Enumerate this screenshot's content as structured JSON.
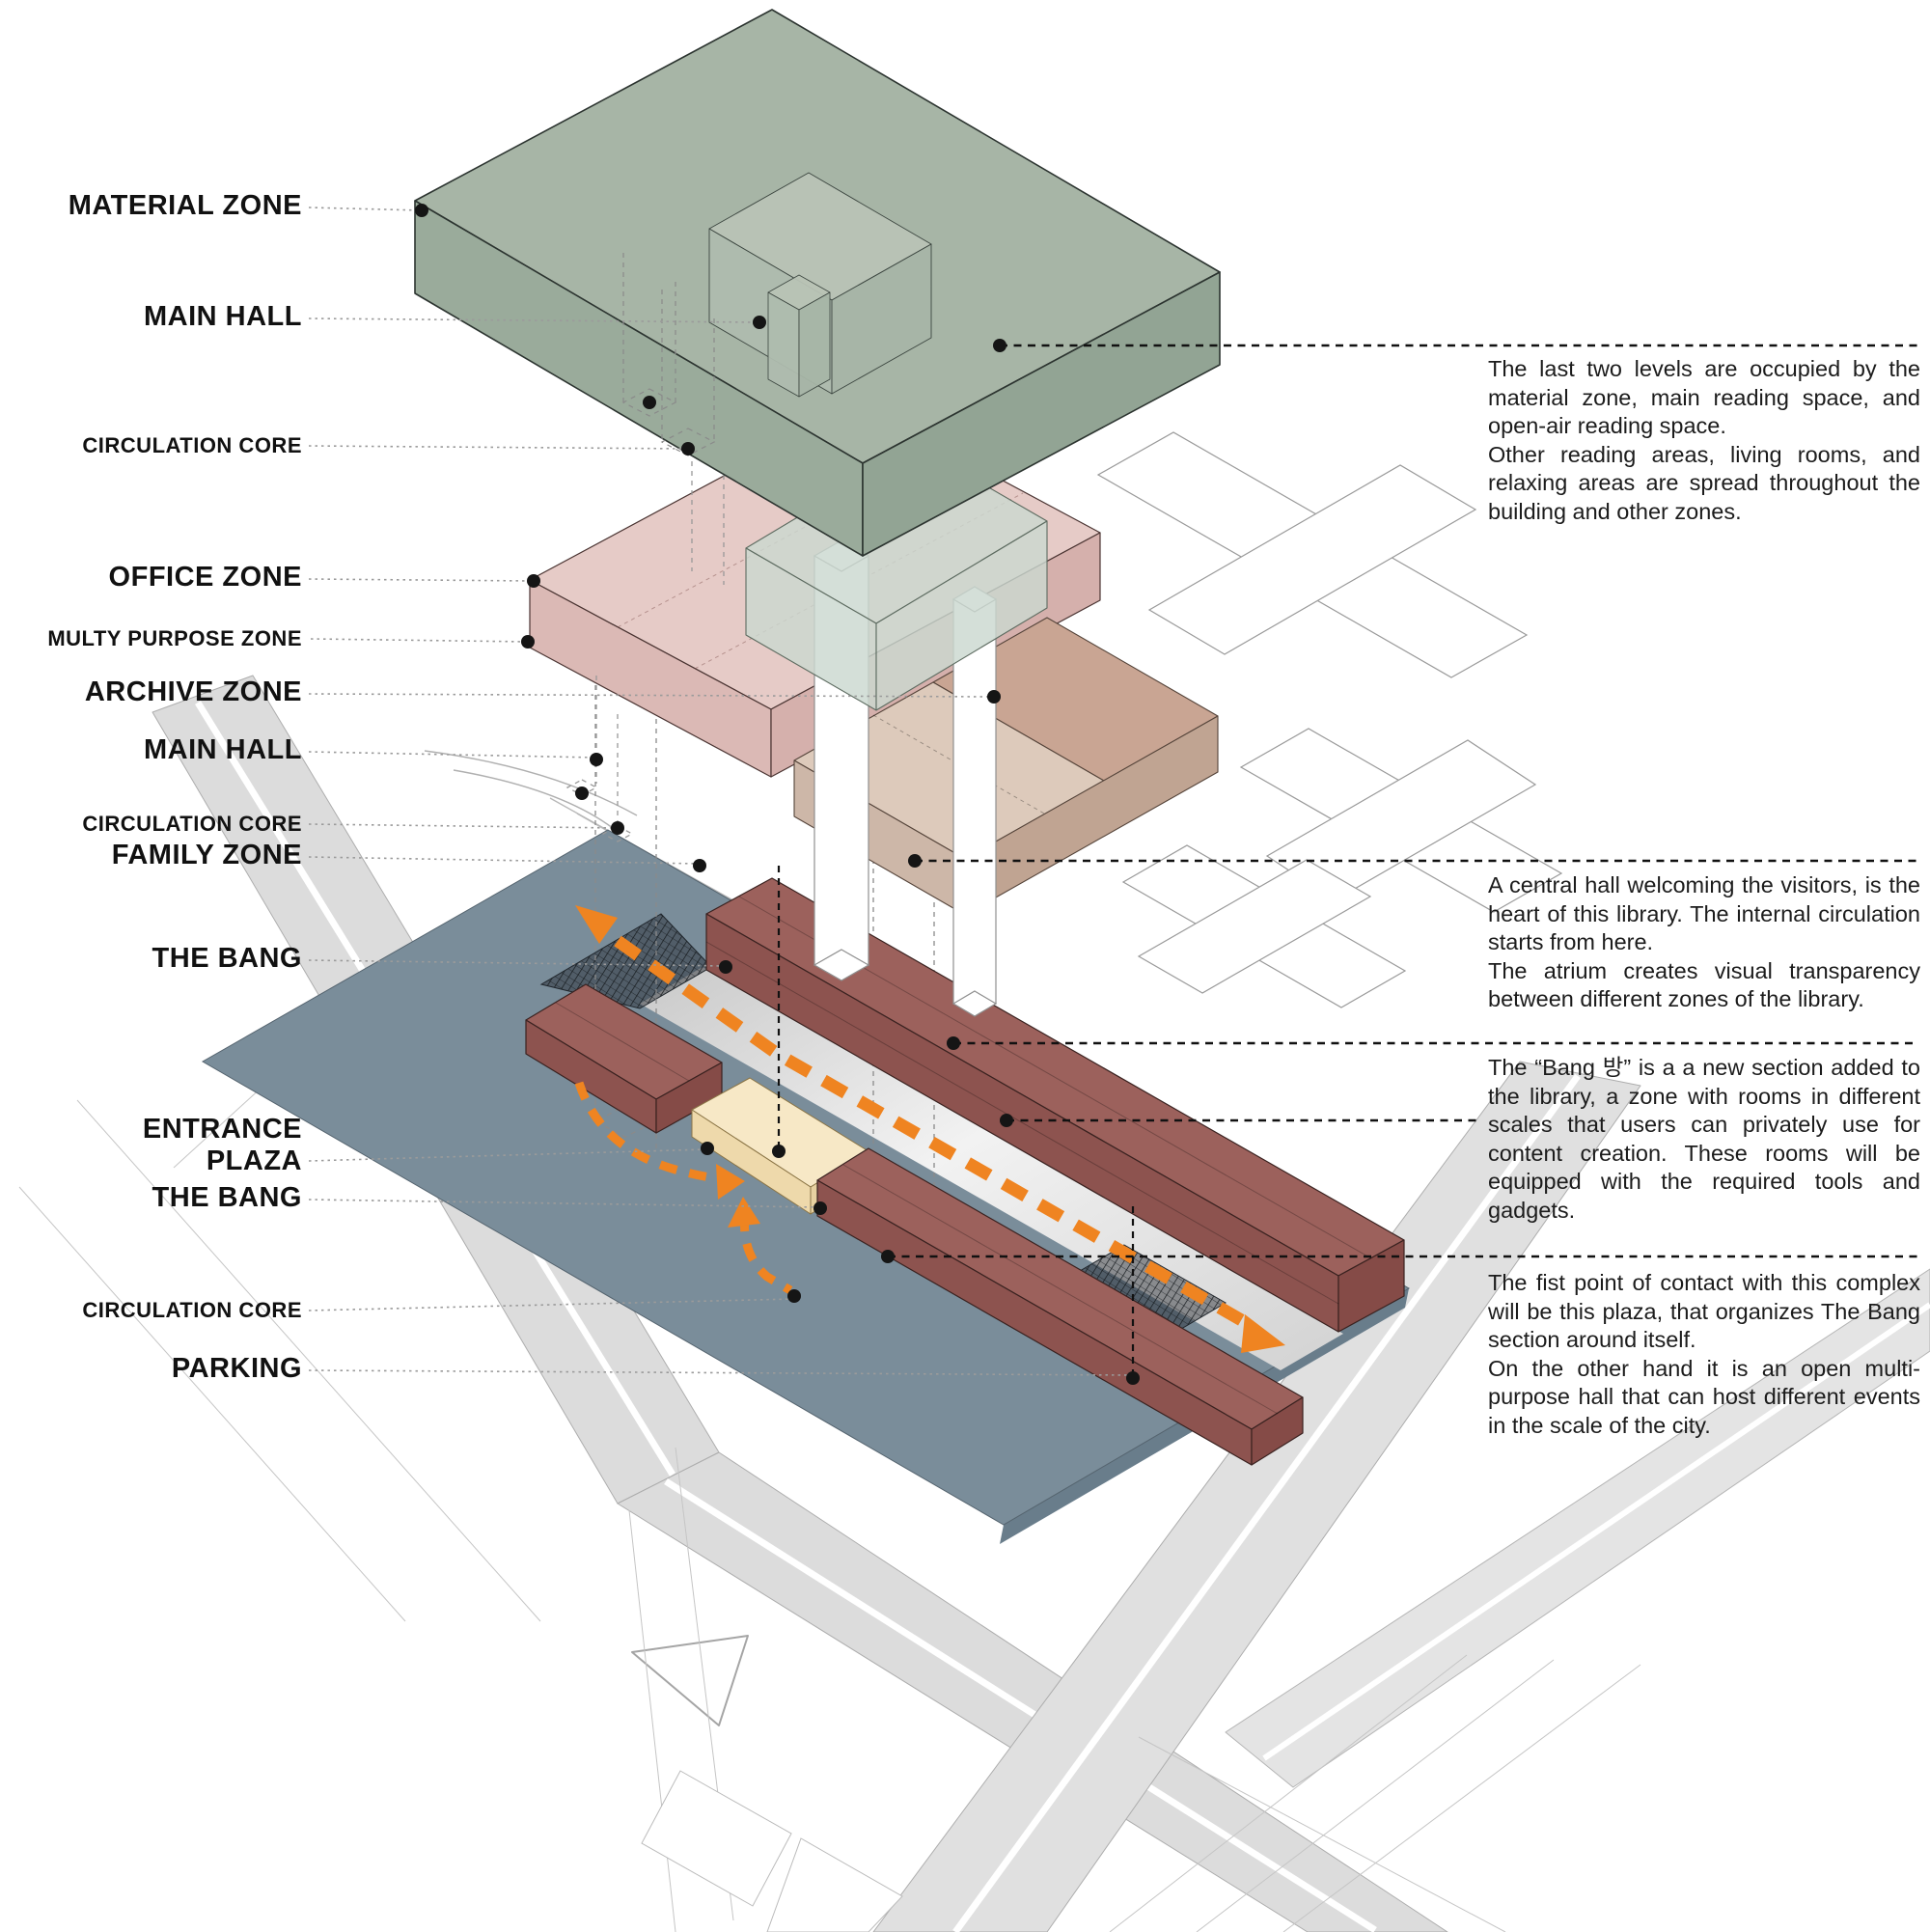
{
  "title": "Library exploded axonometric program diagram",
  "labels": [
    {
      "id": "material-zone",
      "text": "MATERIAL ZONE"
    },
    {
      "id": "main-hall-upper",
      "text": "MAIN HALL"
    },
    {
      "id": "circulation-core-1",
      "text": "CIRCULATION CORE"
    },
    {
      "id": "office-zone",
      "text": "OFFICE ZONE"
    },
    {
      "id": "multy-purpose-zone",
      "text": "MULTY PURPOSE  ZONE"
    },
    {
      "id": "archive-zone",
      "text": "ARCHIVE ZONE"
    },
    {
      "id": "main-hall-mid",
      "text": "MAIN HALL"
    },
    {
      "id": "circulation-core-2",
      "text": "CIRCULATION CORE"
    },
    {
      "id": "family-zone",
      "text": "FAMILY ZONE"
    },
    {
      "id": "the-bang-1",
      "text": "THE BANG"
    },
    {
      "id": "entrance-plaza",
      "text": "ENTRANCE\nPLAZA"
    },
    {
      "id": "the-bang-2",
      "text": "THE BANG"
    },
    {
      "id": "circulation-core-3",
      "text": "CIRCULATION CORE"
    },
    {
      "id": "parking",
      "text": "PARKING"
    }
  ],
  "paragraphs": [
    {
      "id": "levels-note",
      "text": "The last two levels are occupied by the material zone, main reading space, and open-air reading space.\nOther reading areas,  living rooms, and relaxing areas are spread throughout the building and other zones."
    },
    {
      "id": "central-hall-note",
      "text": "A central hall welcoming the visitors, is the heart of this library. The internal circulation starts from here.\nThe atrium creates visual transparency between different zones of the library."
    },
    {
      "id": "bang-note",
      "text": "The “Bang 방” is a a new section added to the library, a zone with rooms in different scales that users can privately use for content creation. These rooms will be equipped with the required tools and gadgets."
    },
    {
      "id": "plaza-note",
      "text": "The fist point of contact with this complex will be this plaza, that organizes The Bang section around itself.\nOn the other hand it is an open multi-purpose hall that can host different events in the scale of the city."
    }
  ],
  "palette": {
    "green_top": "#a7b5a6",
    "green_left": "#9aab9b",
    "green_right": "#92a494",
    "lightbox_top": "#b8c3b5",
    "lightbox_left": "#aebcae",
    "lightbox_right": "#a6b5a7",
    "pink_top": "#e6cbc7",
    "pink_left": "#dbb9b5",
    "pink_right": "#d5b0ac",
    "sage_mid": "#cbd8cf",
    "tan_dark": "#c9a593",
    "tan_light": "#ddcabb",
    "tan_left": "#cdb7a8",
    "tan_right": "#c0a492",
    "blue_top": "#7a8d9a",
    "blue_side": "#697d8b",
    "maroon_top": "#9c615c",
    "maroon_left": "#8d534f",
    "maroon_right": "#854b47",
    "cream_top": "#f7e8c6",
    "cream_left": "#eed9ab",
    "cream_right": "#e7d1a1",
    "orange": "#ef8421",
    "road": "#dcdcdc",
    "leader_gray": "#9b9b9b",
    "ink": "#151515"
  },
  "zones": [
    {
      "label": "MATERIAL ZONE",
      "color": "#a7b5a6"
    },
    {
      "label": "MAIN HALL",
      "color": "#b8c3b5"
    },
    {
      "label": "CIRCULATION CORE",
      "color": "#ffffff"
    },
    {
      "label": "OFFICE ZONE",
      "color": "#e6cbc7"
    },
    {
      "label": "MULTY PURPOSE  ZONE",
      "color": "#cbd8cf"
    },
    {
      "label": "ARCHIVE ZONE",
      "color": "#c9a593"
    },
    {
      "label": "FAMILY ZONE",
      "color": "#7a8d9a"
    },
    {
      "label": "THE BANG",
      "color": "#9c615c"
    },
    {
      "label": "ENTRANCE PLAZA",
      "color": "#f7e8c6"
    },
    {
      "label": "PARKING",
      "color": "#7a8d9a"
    }
  ]
}
